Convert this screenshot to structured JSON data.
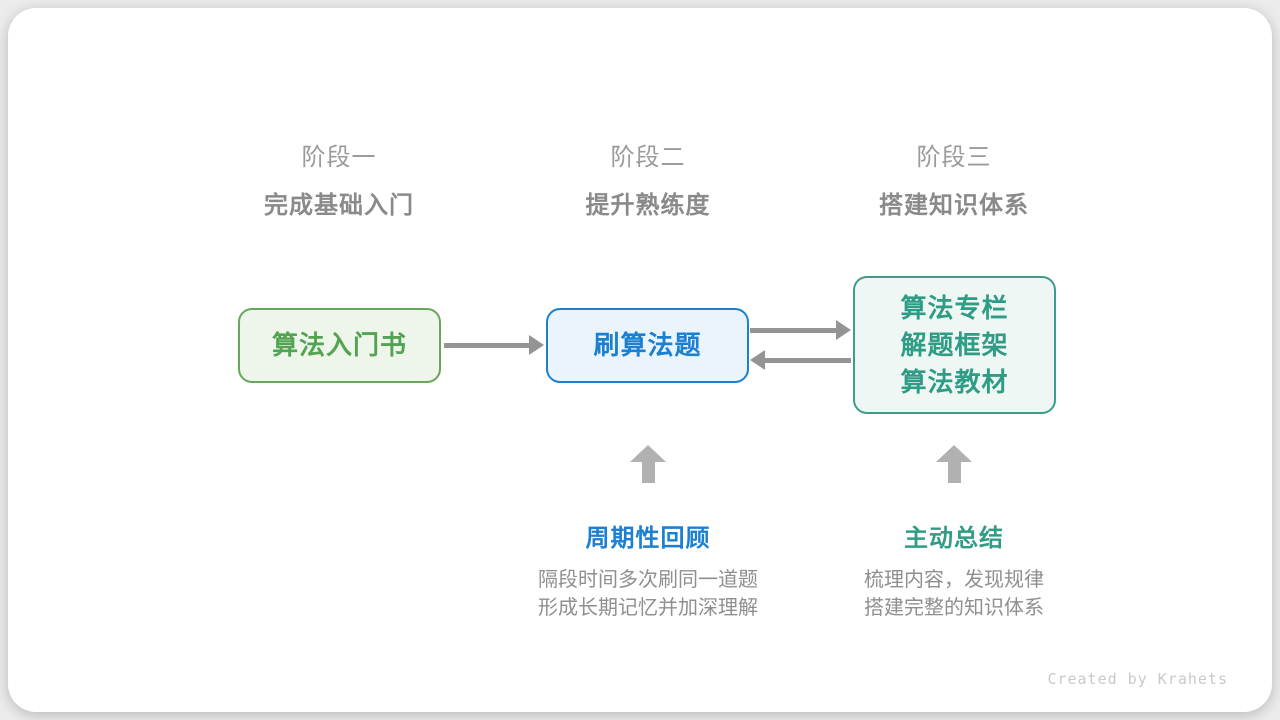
{
  "stages": [
    {
      "label": "阶段一",
      "subtitle": "完成基础入门"
    },
    {
      "label": "阶段二",
      "subtitle": "提升熟练度"
    },
    {
      "label": "阶段三",
      "subtitle": "搭建知识体系"
    }
  ],
  "nodes": [
    {
      "lines": [
        "算法入门书"
      ],
      "accent": "#68a65e"
    },
    {
      "lines": [
        "刷算法题"
      ],
      "accent": "#1c7fd2"
    },
    {
      "lines": [
        "算法专栏",
        "解题框架",
        "算法教材"
      ],
      "accent": "#3b9e88"
    }
  ],
  "annotations": [
    {
      "title": "周期性回顾",
      "accent": "#1b7fd2",
      "lines": [
        "隔段时间多次刷同一道题",
        "形成长期记忆并加深理解"
      ]
    },
    {
      "title": "主动总结",
      "accent": "#2f9c85",
      "lines": [
        "梳理内容，发现规律",
        "搭建完整的知识体系"
      ]
    }
  ],
  "footer": {
    "credit": "Created by Krahets"
  },
  "colors": {
    "page_background": "#ececec",
    "card_background": "#ffffff",
    "stage_label": "#9b9b9b",
    "stage_subtitle": "#8a8a8a",
    "arrow_gray": "#949494",
    "up_arrow_gray": "#b1b1b1",
    "body_text": "#8f8f8f",
    "credit_text": "#c9c9c9"
  }
}
